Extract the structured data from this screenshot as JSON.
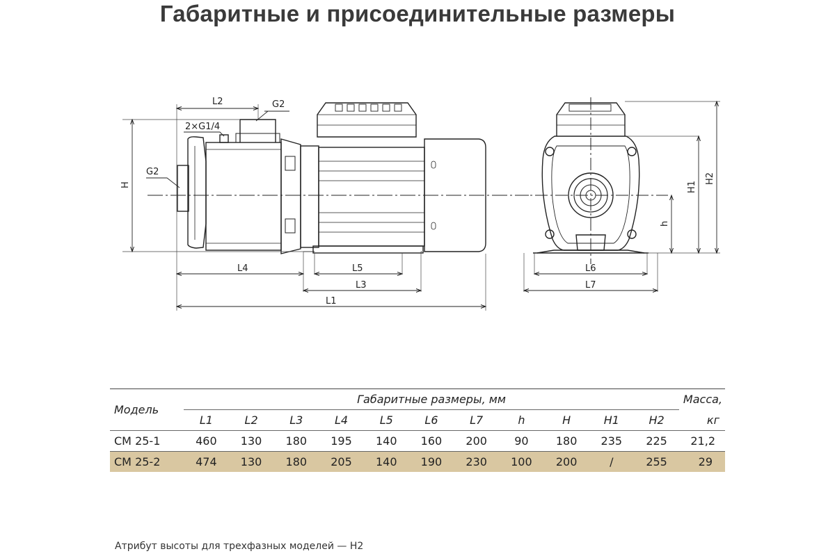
{
  "title": "Габаритные и присоединительные размеры",
  "drawing": {
    "labels": {
      "L1": "L1",
      "L2": "L2",
      "L3": "L3",
      "L4": "L4",
      "L5": "L5",
      "L6": "L6",
      "L7": "L7",
      "G2_top": "G2",
      "G2_left": "G2",
      "G1_4": "2×G1/4",
      "H": "H",
      "H1": "H1",
      "H2": "H2",
      "h": "h"
    }
  },
  "table": {
    "model_header": "Модель",
    "group_header": "Габаритные размеры, мм",
    "mass_header_1": "Масса,",
    "mass_header_2": "кг",
    "columns": [
      "L1",
      "L2",
      "L3",
      "L4",
      "L5",
      "L6",
      "L7",
      "h",
      "H",
      "H1",
      "H2"
    ],
    "rows": [
      {
        "model": "CM 25-1",
        "values": [
          "460",
          "130",
          "180",
          "195",
          "140",
          "160",
          "200",
          "90",
          "180",
          "235",
          "225"
        ],
        "mass": "21,2"
      },
      {
        "model": "CM 25-2",
        "values": [
          "474",
          "130",
          "180",
          "205",
          "140",
          "190",
          "230",
          "100",
          "200",
          "/",
          "255"
        ],
        "mass": "29"
      }
    ],
    "highlight_color": "#d9c7a1"
  },
  "footnote": "Атрибут высоты для трехфазных моделей — H2"
}
